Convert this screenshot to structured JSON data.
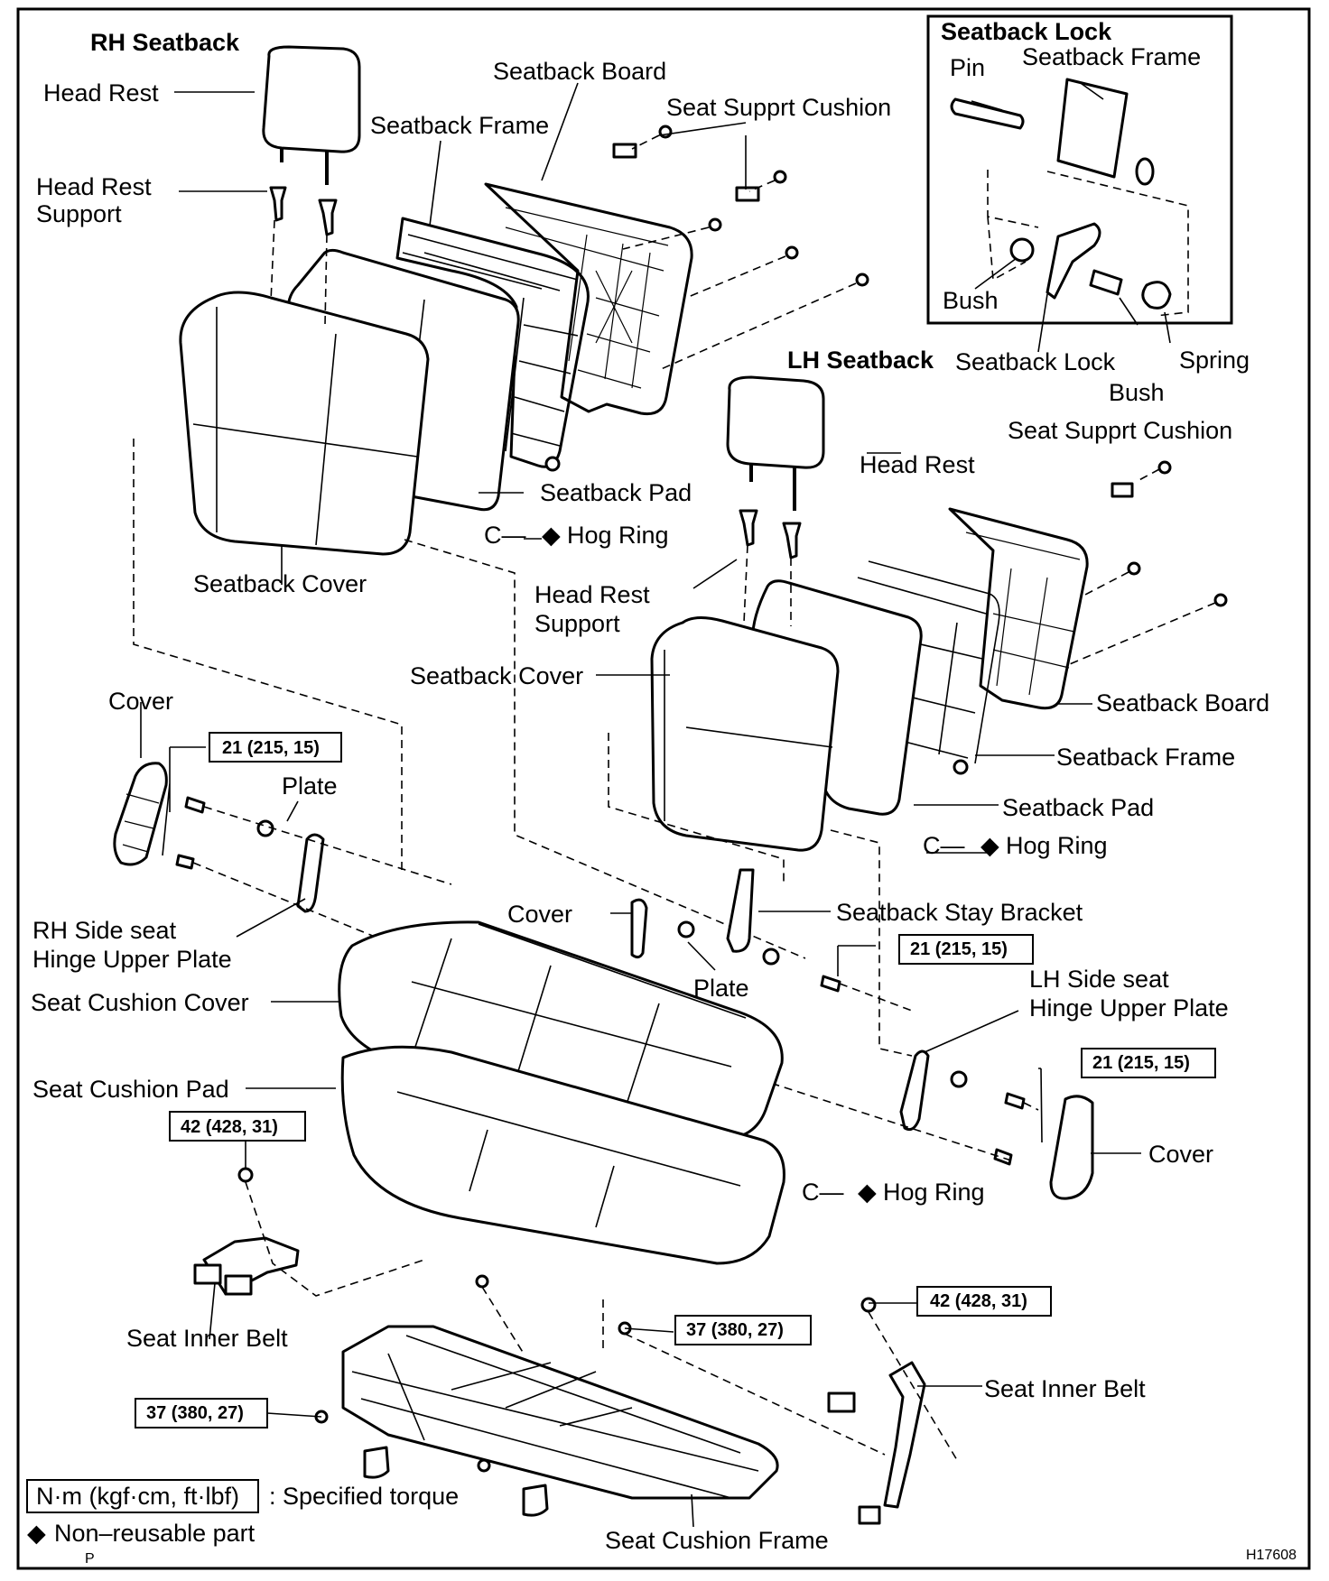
{
  "rh_seatback": {
    "title": "RH Seatback",
    "head_rest": "Head Rest",
    "head_rest_support_1": "Head Rest",
    "head_rest_support_2": "Support",
    "seatback_board": "Seatback Board",
    "seatback_frame": "Seatback Frame",
    "seat_support_cushion": "Seat Supprt Cushion",
    "seatback_pad": "Seatback Pad",
    "hog_ring": "Hog Ring",
    "seatback_cover": "Seatback Cover"
  },
  "seatback_lock": {
    "title": "Seatback Lock",
    "pin": "Pin",
    "seatback_frame": "Seatback Frame",
    "bush_1": "Bush",
    "seatback_lock": "Seatback Lock",
    "bush_2": "Bush",
    "spring": "Spring"
  },
  "lh_seatback": {
    "title": "LH Seatback",
    "head_rest": "Head Rest",
    "seat_support_cushion": "Seat Supprt Cushion",
    "head_rest_support_1": "Head Rest",
    "head_rest_support_2": "Support",
    "seatback_cover": "Seatback Cover",
    "seatback_board": "Seatback Board",
    "seatback_frame": "Seatback Frame",
    "seatback_pad": "Seatback Pad",
    "hog_ring": "Hog Ring"
  },
  "lower": {
    "cover_left": "Cover",
    "plate_left": "Plate",
    "rh_hinge_1": "RH Side seat",
    "rh_hinge_2": "Hinge Upper Plate",
    "cover_center": "Cover",
    "plate_center": "Plate",
    "seatback_stay_bracket": "Seatback Stay Bracket",
    "lh_hinge_1": "LH Side seat",
    "lh_hinge_2": "Hinge Upper Plate",
    "seat_cushion_cover": "Seat Cushion Cover",
    "seat_cushion_pad": "Seat Cushion Pad",
    "cover_right": "Cover",
    "hog_ring": "Hog Ring",
    "seat_inner_belt_left": "Seat Inner Belt",
    "seat_inner_belt_right": "Seat Inner Belt",
    "seat_cushion_frame": "Seat Cushion Frame"
  },
  "torques": {
    "t_hinge_left": "21 (215, 15)",
    "t_hinge_center": "21 (215, 15)",
    "t_hinge_right": "21 (215, 15)",
    "t_belt_left": "42 (428, 31)",
    "t_belt_right": "42 (428, 31)",
    "t_frame_right": "37 (380, 27)",
    "t_frame_left": "37 (380, 27)"
  },
  "legend": {
    "torque_unit": "N·m (kgf·cm, ft·lbf)",
    "torque_desc": ": Specified torque",
    "nonreusable": "Non–reusable part",
    "p_mark": "P"
  },
  "figure_id": "H17608",
  "hog_ring_symbol": "C—",
  "diamond": "◆"
}
